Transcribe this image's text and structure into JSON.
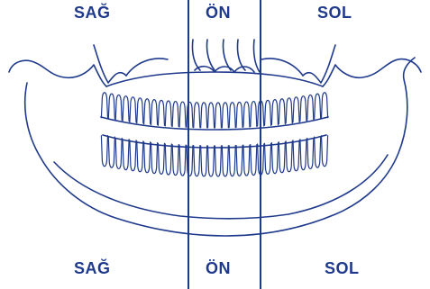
{
  "labels": {
    "top_right": "SAĞ",
    "top_front": "ÖN",
    "top_left": "SOL",
    "bottom_right": "SAĞ",
    "bottom_front": "ÖN",
    "bottom_left": "SOL"
  },
  "colors": {
    "ink": "#1f3a8c",
    "background": "#ffffff"
  }
}
